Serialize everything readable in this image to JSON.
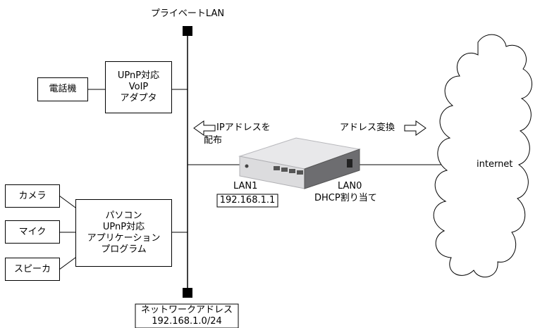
{
  "network": {
    "private_lan_label": "プライベートLAN",
    "network_address_label": "ネットワークアドレス",
    "network_address_value": "192.168.1.0/24"
  },
  "phone": {
    "label": "電話機"
  },
  "voip_adapter": {
    "line1": "UPnP対応",
    "line2": "VoIP",
    "line3": "アダプタ"
  },
  "peripherals": {
    "camera": "カメラ",
    "mic": "マイク",
    "speaker": "スピーカ"
  },
  "pc_app": {
    "line1": "パソコン",
    "line2": "UPnP対応",
    "line3": "アプリケーション",
    "line4": "プログラム"
  },
  "dhcp_note": {
    "line1": "IPアドレスを",
    "line2": "配布"
  },
  "nat_note": {
    "label": "アドレス変換"
  },
  "router": {
    "lan1_label": "LAN1",
    "lan1_ip": "192.168.1.1",
    "lan0_label": "LAN0",
    "lan0_note": "DHCP割り当て"
  },
  "internet": {
    "label": "internet"
  }
}
